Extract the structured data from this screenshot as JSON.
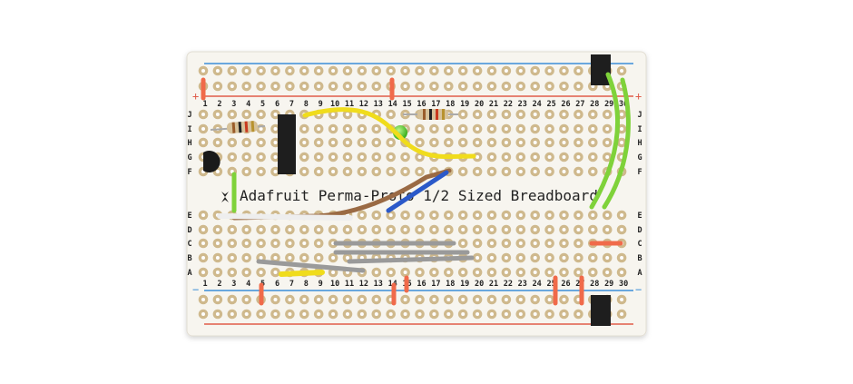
{
  "board": {
    "brand": "Adafruit Perma-Proto 1/2 Sized Breadboard",
    "column_numbers": [
      "1",
      "2",
      "3",
      "4",
      "5",
      "6",
      "7",
      "8",
      "9",
      "10",
      "11",
      "12",
      "13",
      "14",
      "15",
      "16",
      "17",
      "18",
      "19",
      "20",
      "21",
      "22",
      "23",
      "24",
      "25",
      "26",
      "27",
      "28",
      "29",
      "30"
    ],
    "top_row_letters": [
      "J",
      "I",
      "H",
      "G",
      "F"
    ],
    "bottom_row_letters": [
      "E",
      "D",
      "C",
      "B",
      "A"
    ],
    "plus_sign": "+",
    "minus_sign": "−"
  },
  "colors": {
    "board": "#f7f5ef",
    "pad": "#cfb98d",
    "rail_red": "#e05c4a",
    "rail_blue": "#3c8fd8",
    "wire_yellow": "#f0dc1c",
    "wire_green": "#7fd23a",
    "wire_brown": "#9a6a44",
    "wire_blue": "#2b59c9",
    "wire_grey": "#9a9a9a",
    "wire_white": "#eeeeee",
    "wire_red": "#f06a4a"
  }
}
